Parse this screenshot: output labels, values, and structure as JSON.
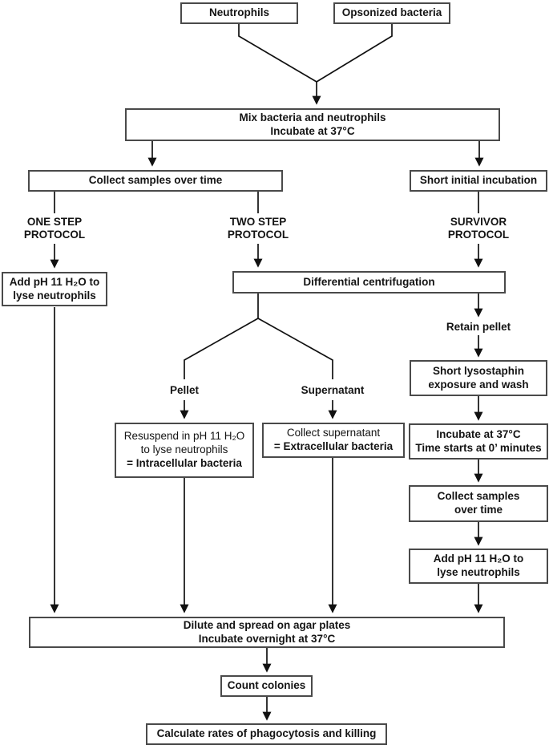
{
  "colors": {
    "box_border": "#4a4a4a",
    "arrow_line": "#111111",
    "text": "#141414",
    "background": "#ffffff"
  },
  "nodes": {
    "neutrophils": {
      "label": "Neutrophils"
    },
    "opsonized_bacteria": {
      "label": "Opsonized bacteria"
    },
    "mix_incubate": {
      "line1": "Mix bacteria and neutrophils",
      "line2": "Incubate at 37°C"
    },
    "collect_samples_left": {
      "label": "Collect samples over time"
    },
    "short_initial_incubation": {
      "label": "Short initial incubation"
    },
    "one_step_protocol": {
      "line1": "ONE STEP",
      "line2": "PROTOCOL"
    },
    "two_step_protocol": {
      "line1": "TWO STEP",
      "line2": "PROTOCOL"
    },
    "survivor_protocol": {
      "line1": "SURVIVOR",
      "line2": "PROTOCOL"
    },
    "add_ph_left": {
      "line1": "Add pH 11 H₂O to",
      "line2": "lyse neutrophils"
    },
    "differential_centrifugation": {
      "label": "Differential centrifugation"
    },
    "retain_pellet": {
      "label": "Retain pellet"
    },
    "pellet": {
      "label": "Pellet"
    },
    "supernatant": {
      "label": "Supernatant"
    },
    "resuspend_pellet": {
      "line1": "Resuspend in pH 11 H₂O",
      "line2": "to lyse neutrophils",
      "line3": "= Intracellular bacteria"
    },
    "collect_supernatant": {
      "line1": "Collect supernatant",
      "line2": "= Extracellular bacteria"
    },
    "short_lysostaphin": {
      "line1": "Short lysostaphin",
      "line2": "exposure and wash"
    },
    "incubate_time_zero": {
      "line1": "Incubate at 37°C",
      "line2": "Time starts at 0’ minutes"
    },
    "collect_samples_right": {
      "line1": "Collect samples",
      "line2": "over time"
    },
    "add_ph_right": {
      "line1": "Add pH 11 H₂O to",
      "line2": "lyse neutrophils"
    },
    "dilute_spread": {
      "line1": "Dilute and spread on agar plates",
      "line2": "Incubate overnight at 37°C"
    },
    "count_colonies": {
      "label": "Count colonies"
    },
    "calculate_rates": {
      "label": "Calculate rates of phagocytosis and killing"
    }
  }
}
